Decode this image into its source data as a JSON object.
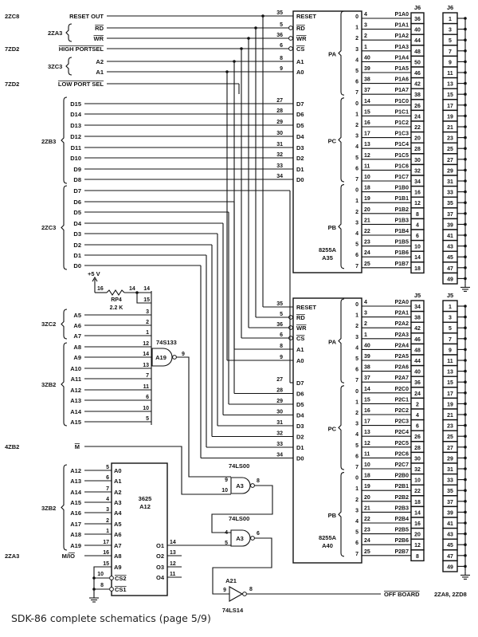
{
  "caption": "SDK-86 complete schematics (page 5/9)",
  "top_signals": [
    {
      "ref": "2ZC8",
      "label": "RESET OUT",
      "overbar": false,
      "pin": "35",
      "chip_label": "RESET",
      "inverted": false
    },
    {
      "ref": "",
      "label": "RD",
      "overbar": true,
      "pin": "5",
      "chip_label": "RD",
      "inverted": true
    },
    {
      "ref": "",
      "label": "WR",
      "overbar": true,
      "pin": "36",
      "chip_label": "WR",
      "inverted": true
    },
    {
      "ref": "7ZD2",
      "label": "HIGH PORTSEL",
      "overbar": true,
      "pin": "6",
      "chip_label": "CS",
      "inverted": true
    },
    {
      "ref": "",
      "label": "A2",
      "overbar": false,
      "pin": "8",
      "chip_label": "A1",
      "inverted": false
    },
    {
      "ref": "",
      "label": "A1",
      "overbar": false,
      "pin": "9",
      "chip_label": "A0",
      "inverted": false
    },
    {
      "ref": "7ZD2",
      "label": "LOW PORT SEL",
      "overbar": true,
      "pin": "",
      "chip_label": "",
      "inverted": false
    }
  ],
  "group_refs": {
    "rd_wr": "2ZA3",
    "a2_a1": "3ZC3",
    "d_high": "2ZB3",
    "d_low": "2ZC3",
    "a5_a7": "3ZC2",
    "a8_a15": "3ZB2",
    "prom_addr": "3ZB2",
    "m_io": "2ZA3",
    "m": "4ZB2"
  },
  "data_high": [
    "D15",
    "D14",
    "D13",
    "D12",
    "D11",
    "D10",
    "D9",
    "D8"
  ],
  "data_low": [
    "D7",
    "D6",
    "D5",
    "D4",
    "D3",
    "D2",
    "D1",
    "D0"
  ],
  "data_pins": [
    "27",
    "28",
    "29",
    "30",
    "31",
    "32",
    "33",
    "34"
  ],
  "chip_data_labels": [
    "D7",
    "D6",
    "D5",
    "D4",
    "D3",
    "D2",
    "D1",
    "D0"
  ],
  "ppi1": {
    "type": "8255A",
    "ref": "A35",
    "port_labels": {
      "pa": "PA",
      "pc": "PC",
      "pb": "PB"
    },
    "bits": [
      "0",
      "1",
      "2",
      "3",
      "4",
      "5",
      "6",
      "7"
    ],
    "pa": {
      "pins": [
        "4",
        "3",
        "2",
        "1",
        "40",
        "39",
        "38",
        "37"
      ],
      "nets": [
        "P1A0",
        "P1A1",
        "P1A2",
        "P1A3",
        "P1A4",
        "P1A5",
        "P1A6",
        "P1A7"
      ],
      "j": [
        "36",
        "40",
        "44",
        "48",
        "50",
        "46",
        "42",
        "38"
      ]
    },
    "pc": {
      "pins": [
        "14",
        "15",
        "16",
        "17",
        "13",
        "12",
        "11",
        "10"
      ],
      "nets": [
        "P1C0",
        "P1C1",
        "P1C2",
        "P1C3",
        "P1C4",
        "P1C5",
        "P1C6",
        "P1C7"
      ],
      "j": [
        "26",
        "24",
        "22",
        "20",
        "28",
        "30",
        "32",
        "34"
      ]
    },
    "pb": {
      "pins": [
        "18",
        "19",
        "20",
        "21",
        "22",
        "23",
        "24",
        "25"
      ],
      "nets": [
        "P1B0",
        "P1B1",
        "P1B2",
        "P1B3",
        "P1B4",
        "P1B5",
        "P1B6",
        "P1B7"
      ],
      "j": [
        "16",
        "12",
        "8",
        "4",
        "6",
        "10",
        "14",
        "18"
      ]
    },
    "connector": "J6",
    "gnd_pins": [
      "1",
      "3",
      "5",
      "7",
      "9",
      "11",
      "13",
      "15",
      "17",
      "19",
      "21",
      "23",
      "25",
      "27",
      "29",
      "31",
      "33",
      "35",
      "37",
      "39",
      "41",
      "43",
      "45",
      "47",
      "49"
    ]
  },
  "ppi2": {
    "type": "8255A",
    "ref": "A40",
    "pa": {
      "pins": [
        "4",
        "3",
        "2",
        "1",
        "40",
        "39",
        "38",
        "37"
      ],
      "nets": [
        "P2A0",
        "P2A1",
        "P2A2",
        "P2A3",
        "P2A4",
        "P2A5",
        "P2A6",
        "P2A7"
      ],
      "j": [
        "34",
        "38",
        "42",
        "46",
        "48",
        "44",
        "40",
        "36"
      ]
    },
    "pc": {
      "pins": [
        "14",
        "15",
        "16",
        "17",
        "13",
        "12",
        "11",
        "10"
      ],
      "nets": [
        "P2C0",
        "P2C1",
        "P2C2",
        "P2C3",
        "P2C4",
        "P2C5",
        "P2C6",
        "P2C7"
      ],
      "j": [
        "24",
        "2",
        "4",
        "6",
        "26",
        "28",
        "30",
        "32"
      ]
    },
    "pb": {
      "pins": [
        "18",
        "19",
        "20",
        "21",
        "22",
        "23",
        "24",
        "25"
      ],
      "nets": [
        "P2B0",
        "P2B1",
        "P2B2",
        "P2B3",
        "P2B4",
        "P2B5",
        "P2B6",
        "P2B7"
      ],
      "j": [
        "10",
        "22",
        "18",
        "14",
        "16",
        "20",
        "12",
        "8"
      ]
    },
    "connector": "J5",
    "gnd_pins": [
      "1",
      "3",
      "5",
      "7",
      "9",
      "11",
      "13",
      "15",
      "17",
      "19",
      "21",
      "23",
      "25",
      "27",
      "29",
      "31",
      "33",
      "35",
      "37",
      "39",
      "41",
      "43",
      "45",
      "47",
      "49"
    ]
  },
  "power": {
    "label": "+5 V",
    "resistor": "RP4",
    "value": "2.2 K",
    "pin_a": "16",
    "pin_b": "14"
  },
  "nand13": {
    "type": "74S133",
    "ref": "A19",
    "out_pin": "9",
    "pullup_pins": [
      "14",
      "15"
    ],
    "inputs": [
      {
        "sig": "A5",
        "pin": "3"
      },
      {
        "sig": "A6",
        "pin": "2"
      },
      {
        "sig": "A7",
        "pin": "1"
      },
      {
        "sig": "A8",
        "pin": "12"
      },
      {
        "sig": "A9",
        "pin": "14"
      },
      {
        "sig": "A10",
        "pin": "13"
      },
      {
        "sig": "A11",
        "pin": "7"
      },
      {
        "sig": "A12",
        "pin": "11"
      },
      {
        "sig": "A13",
        "pin": "6"
      },
      {
        "sig": "A14",
        "pin": "10"
      },
      {
        "sig": "A15",
        "pin": "5"
      }
    ]
  },
  "m_signal": {
    "label": "M",
    "overbar": true
  },
  "prom": {
    "type": "3625",
    "ref": "A12",
    "inputs": [
      {
        "sig": "A12",
        "pin": "5",
        "name": "A0"
      },
      {
        "sig": "A13",
        "pin": "6",
        "name": "A1"
      },
      {
        "sig": "A14",
        "pin": "7",
        "name": "A2"
      },
      {
        "sig": "A15",
        "pin": "4",
        "name": "A3"
      },
      {
        "sig": "A16",
        "pin": "3",
        "name": "A4"
      },
      {
        "sig": "A17",
        "pin": "2",
        "name": "A5"
      },
      {
        "sig": "A18",
        "pin": "1",
        "name": "A6"
      },
      {
        "sig": "A19",
        "pin": "17",
        "name": "A7"
      },
      {
        "sig": "M/IO",
        "pin": "16",
        "name": "A8"
      },
      {
        "sig": "",
        "pin": "15",
        "name": "A9"
      }
    ],
    "cs": [
      {
        "pin": "10",
        "name": "CS2"
      },
      {
        "pin": "8",
        "name": "CS1"
      }
    ],
    "outputs": [
      {
        "pin": "14",
        "name": "O1"
      },
      {
        "pin": "13",
        "name": "O2"
      },
      {
        "pin": "12",
        "name": "O3"
      },
      {
        "pin": "11",
        "name": "O4"
      }
    ]
  },
  "gate_a": {
    "type": "74LS00",
    "ref": "A3",
    "in1": "9",
    "in2": "10",
    "out": "8"
  },
  "gate_b": {
    "type": "74LS00",
    "ref": "A3",
    "in1": "4",
    "in2": "5",
    "out": "6"
  },
  "inverter": {
    "type": "74LS14",
    "ref": "A21",
    "in": "9",
    "out": "8"
  },
  "off_board": {
    "label": "OFF BOARD",
    "refs": "2ZA8, 2ZD8"
  }
}
